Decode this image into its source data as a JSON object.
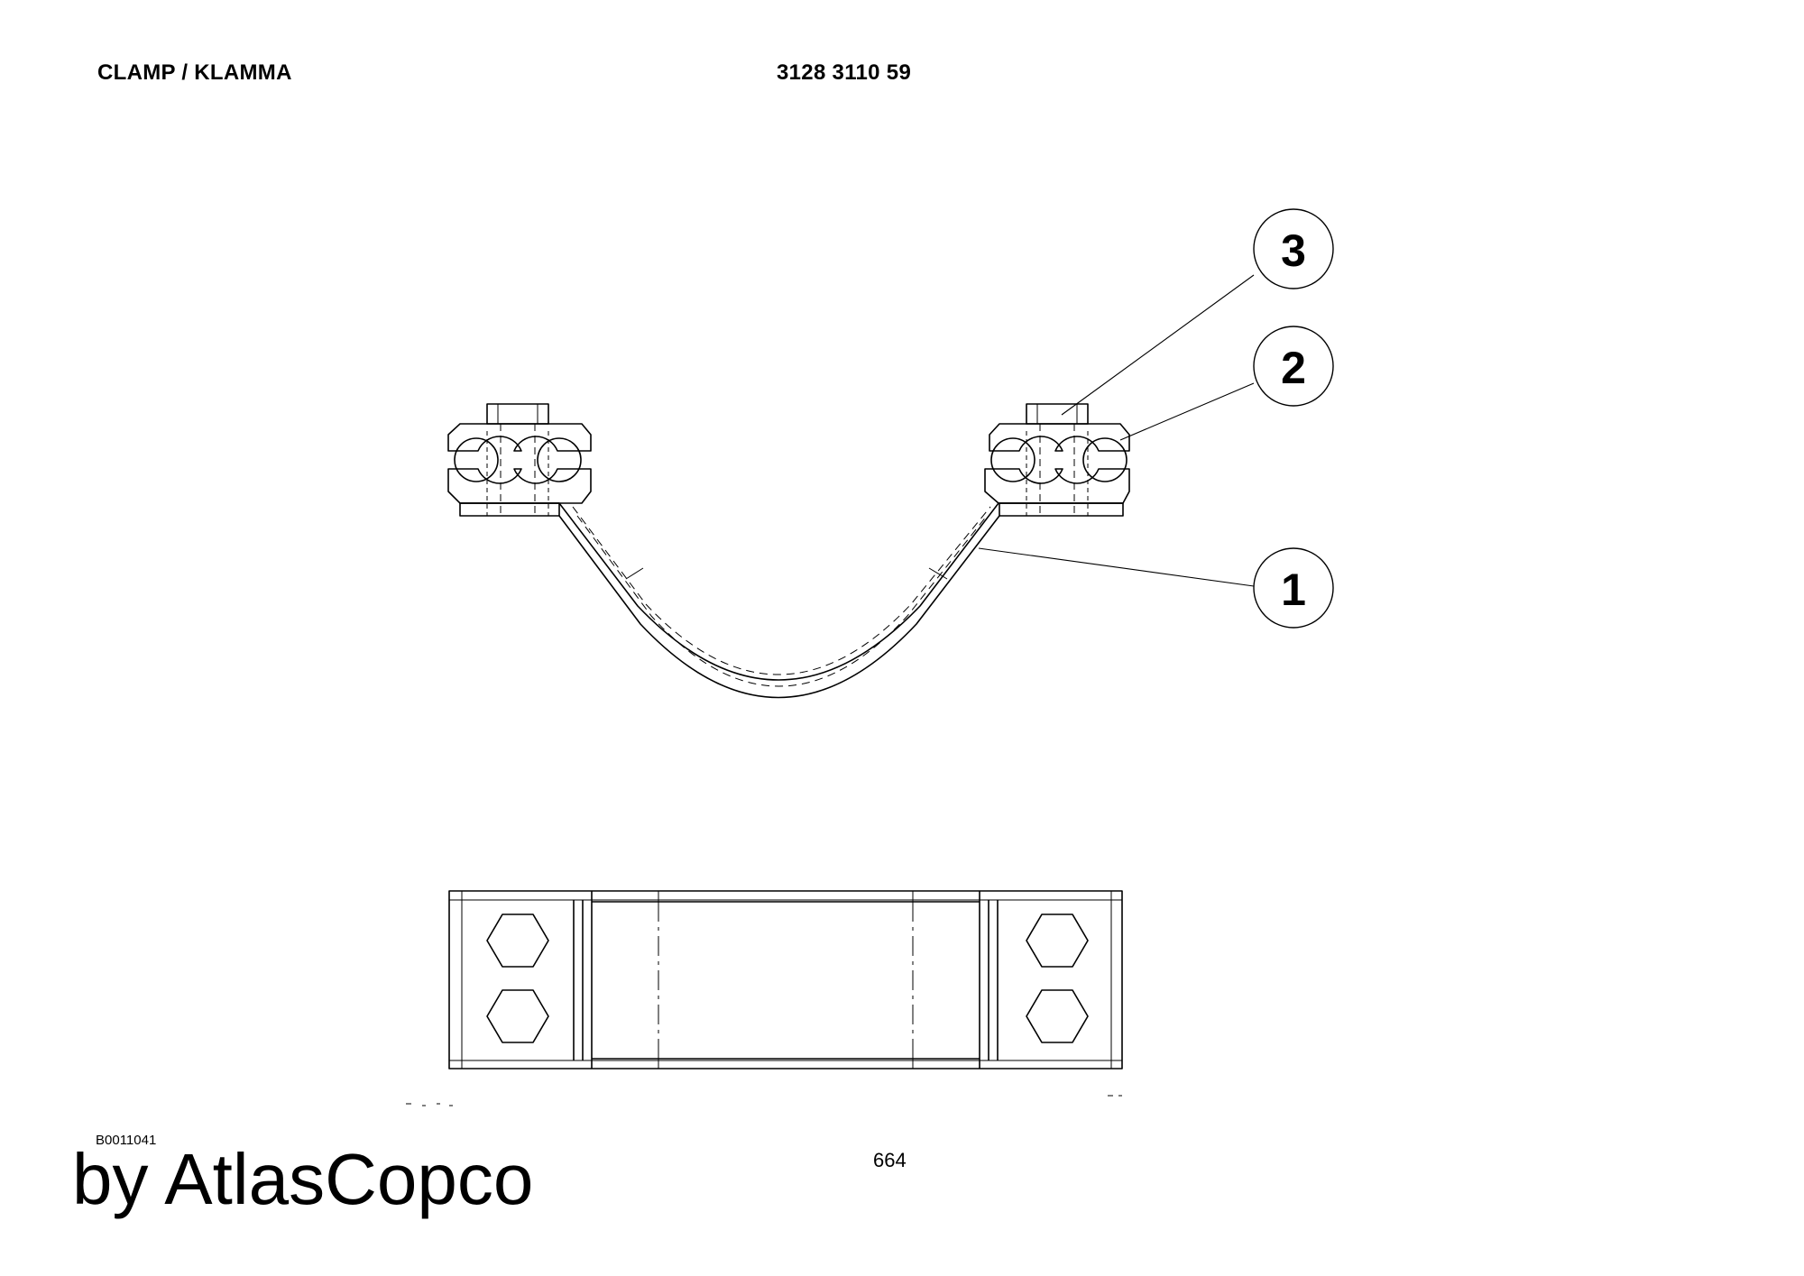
{
  "header": {
    "title": "CLAMP / KLAMMA",
    "part_number": "3128 3110 59"
  },
  "callouts": [
    {
      "label": "1"
    },
    {
      "label": "2"
    },
    {
      "label": "3"
    }
  ],
  "footer": {
    "drawing_id": "B0011041",
    "page_number": "664",
    "brand": "by AtlasCopco"
  }
}
